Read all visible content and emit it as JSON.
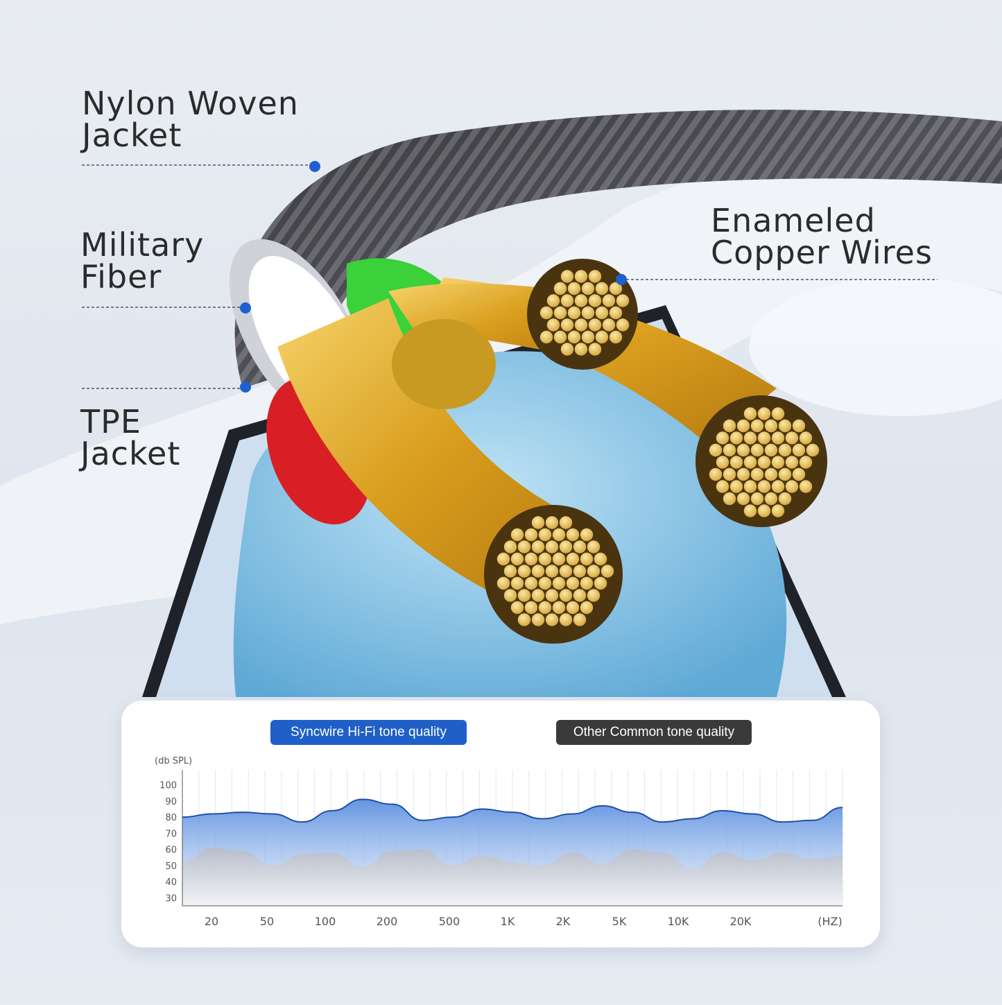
{
  "callouts": {
    "nylon": "Nylon Woven\nJacket",
    "military": "Military\nFiber",
    "tpe": "TPE\nJacket",
    "copper": "Enameled\nCopper Wires"
  },
  "colors": {
    "marker": "#1f5fd0",
    "syncwire_pill": "#1f5fc8",
    "other_pill": "#3a3a3a",
    "syncwire_fill": "#5b8fe0",
    "other_fill": "#b8bcc6"
  },
  "chart_data": {
    "type": "area",
    "ylabel": "(db SPL)",
    "xlabel": "(HZ)",
    "ylim": [
      25,
      105
    ],
    "y_ticks": [
      100,
      90,
      80,
      70,
      60,
      50,
      40,
      30
    ],
    "x_ticks": [
      "20",
      "50",
      "100",
      "200",
      "500",
      "1K",
      "2K",
      "5K",
      "10K",
      "20K"
    ],
    "legend": [
      "Syncwire Hi-Fi tone quality",
      "Other Common tone quality"
    ],
    "series": [
      {
        "name": "Syncwire Hi-Fi tone quality",
        "values": [
          80,
          82,
          83,
          82,
          77,
          84,
          91,
          88,
          78,
          80,
          85,
          83,
          79,
          82,
          87,
          83,
          77,
          79,
          84,
          82,
          77,
          78,
          86
        ]
      },
      {
        "name": "Other Common tone quality",
        "values": [
          52,
          61,
          59,
          50,
          57,
          58,
          49,
          59,
          60,
          50,
          56,
          52,
          50,
          58,
          51,
          60,
          58,
          48,
          58,
          53,
          58,
          54,
          56
        ]
      }
    ]
  }
}
